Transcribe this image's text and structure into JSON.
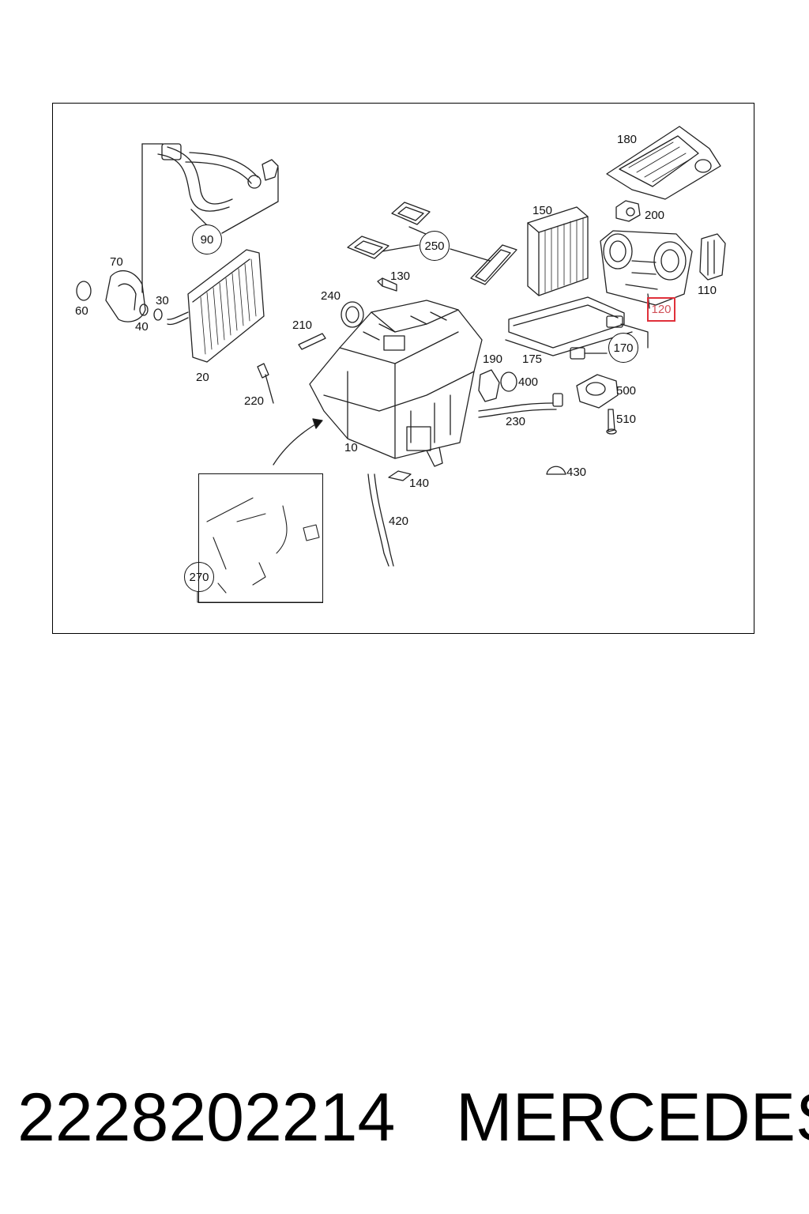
{
  "diagram": {
    "labels": {
      "l10": "10",
      "l20": "20",
      "l30": "30",
      "l40": "40",
      "l60": "60",
      "l70": "70",
      "l110": "110",
      "l130": "130",
      "l140": "140",
      "l150": "150",
      "l175": "175",
      "l180": "180",
      "l190": "190",
      "l200": "200",
      "l210": "210",
      "l220": "220",
      "l230": "230",
      "l240": "240",
      "l400": "400",
      "l420": "420",
      "l430": "430",
      "l500": "500",
      "l510": "510"
    },
    "callouts": {
      "c90": "90",
      "c250": "250",
      "c170": "170",
      "c270": "270"
    },
    "highlighted": "120",
    "colors": {
      "highlight_border": "#e0303a",
      "line": "#111111"
    }
  },
  "footer": {
    "part_number": "2228202214",
    "brand": "MERCEDES"
  }
}
